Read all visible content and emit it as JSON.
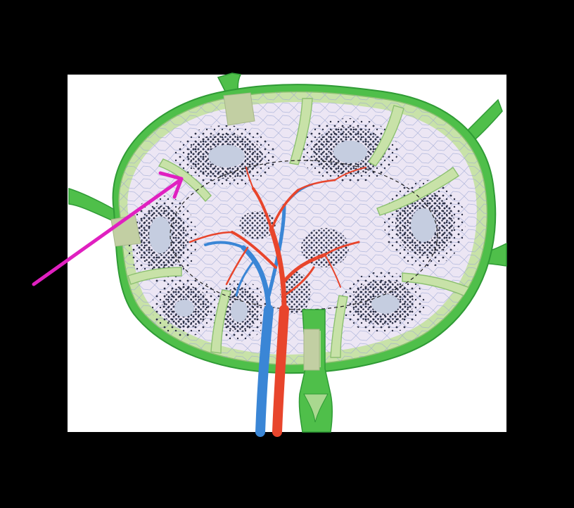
{
  "figure": {
    "subject": "lymph-node-cross-section",
    "background_color": "#000000",
    "panel_color": "#ffffff"
  },
  "colors": {
    "capsule": "#4fbf4a",
    "capsule_light": "#a9d88f",
    "trabecula": "#c8e2a8",
    "cortex_fill": "#ece6f4",
    "follicle_center": "#c5cde0",
    "lymphocyte_dot": "#2a2f45",
    "reticular_net": "#9aa6d2",
    "artery": "#e8452c",
    "vein": "#3a86d6",
    "label_box": "#c2cfa3",
    "pointer_arrow": "#e020c0",
    "zone_line": "#222222"
  },
  "icons": {
    "pointer": "arrow-icon",
    "label_boxes": [
      "label-box",
      "label-box",
      "label-box"
    ]
  },
  "structures": [
    "capsule",
    "trabecula",
    "follicle",
    "germinal-center",
    "medullary-cord",
    "artery",
    "vein",
    "afferent-lymphatic-vessel",
    "efferent-lymphatic-vessel"
  ]
}
